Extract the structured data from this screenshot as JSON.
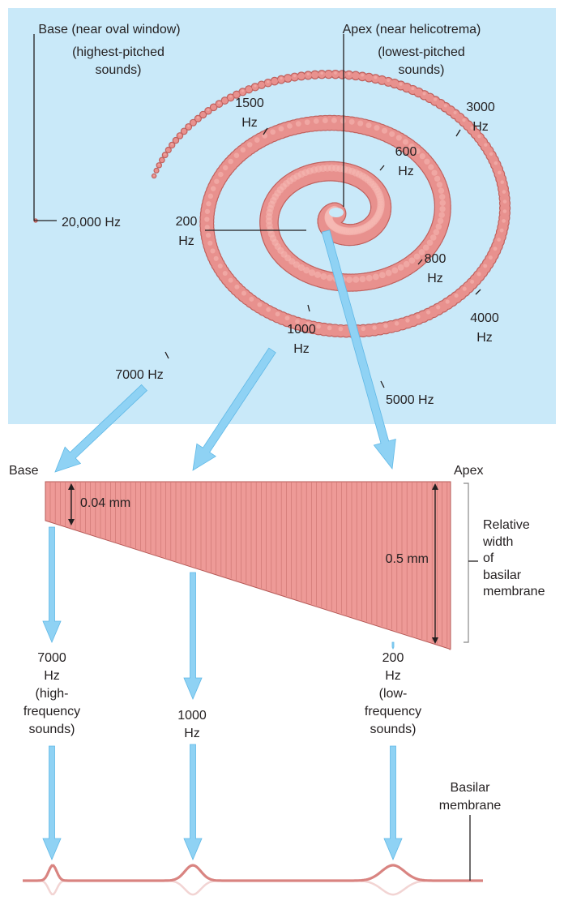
{
  "colors": {
    "panel": "#c9e9f9",
    "cochlea_fill": "#e8918e",
    "cochlea_edge": "#c0615e",
    "membrane_fill": "#ee9a97",
    "membrane_stripe": "#b65a57",
    "arrow": "#8fd2f4",
    "arrow_edge": "#5fb8e6",
    "line": "#231f20",
    "wave": "#d98481"
  },
  "cochlea": {
    "base_label": "Base (near oval window)",
    "base_sub": "(highest-pitched\nsounds)",
    "apex_label": "Apex (near helicotrema)",
    "apex_sub": "(lowest-pitched\nsounds)",
    "frequency_markers": [
      {
        "id": "f20000",
        "text": "20,000 Hz"
      },
      {
        "id": "f7000",
        "text": "7000 Hz"
      },
      {
        "id": "f1000",
        "text": "1000\nHz"
      },
      {
        "id": "f200",
        "text": "200\nHz"
      },
      {
        "id": "f1500",
        "text": "1500\nHz"
      },
      {
        "id": "f600",
        "text": "600\nHz"
      },
      {
        "id": "f800",
        "text": "800\nHz"
      },
      {
        "id": "f3000",
        "text": "3000\nHz"
      },
      {
        "id": "f4000",
        "text": "4000\nHz"
      },
      {
        "id": "f5000",
        "text": "5000 Hz"
      }
    ]
  },
  "membrane": {
    "base_label": "Base",
    "apex_label": "Apex",
    "base_width": "0.04 mm",
    "apex_width": "0.5 mm",
    "bracket_label": "Relative\nwidth\nof\nbasilar\nmembrane"
  },
  "responses": [
    {
      "id": "r7000",
      "text": "7000\nHz\n(high-\nfrequency\nsounds)"
    },
    {
      "id": "r1000",
      "text": "1000\nHz"
    },
    {
      "id": "r200",
      "text": "200\nHz\n(low-\nfrequency\nsounds)"
    }
  ],
  "wave_label": "Basilar\nmembrane"
}
